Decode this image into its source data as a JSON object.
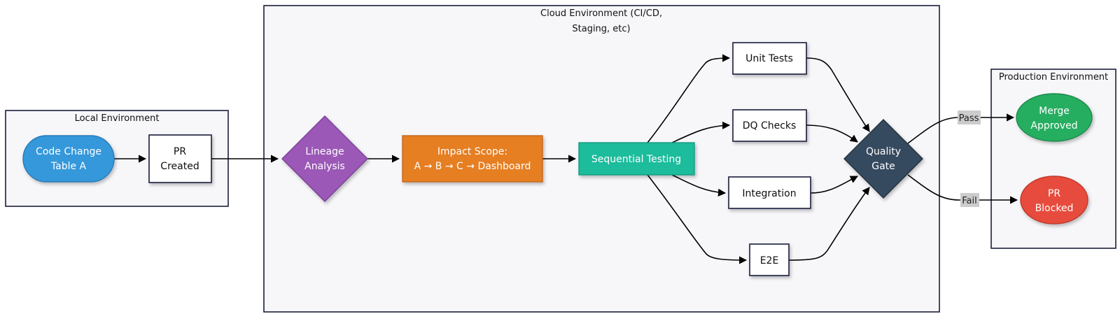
{
  "clusters": {
    "local": {
      "label": "Local Environment"
    },
    "cloud": {
      "label_line1": "Cloud Environment (CI/CD,",
      "label_line2": "Staging, etc)"
    },
    "production": {
      "label": "Production Environment"
    }
  },
  "nodes": {
    "code_change": {
      "line1": "Code Change",
      "line2": "Table A",
      "fill": "#3498db"
    },
    "pr_created": {
      "line1": "PR",
      "line2": "Created"
    },
    "lineage_analysis": {
      "line1": "Lineage",
      "line2": "Analysis",
      "fill": "#9b59b6"
    },
    "impact_scope": {
      "line1": "Impact Scope:",
      "line2": "A → B → C → Dashboard",
      "fill": "#e67e22"
    },
    "sequential_testing": {
      "label": "Sequential Testing",
      "fill": "#1abc9c"
    },
    "unit_tests": {
      "label": "Unit Tests"
    },
    "dq_checks": {
      "label": "DQ Checks"
    },
    "integration": {
      "label": "Integration"
    },
    "e2e": {
      "label": "E2E"
    },
    "quality_gate": {
      "line1": "Quality",
      "line2": "Gate",
      "fill": "#34495e"
    },
    "merge_approved": {
      "line1": "Merge",
      "line2": "Approved",
      "fill": "#27ae60"
    },
    "pr_blocked": {
      "line1": "PR",
      "line2": "Blocked",
      "fill": "#e74c3c"
    }
  },
  "edges": {
    "pass_label": "Pass",
    "fail_label": "Fail"
  }
}
